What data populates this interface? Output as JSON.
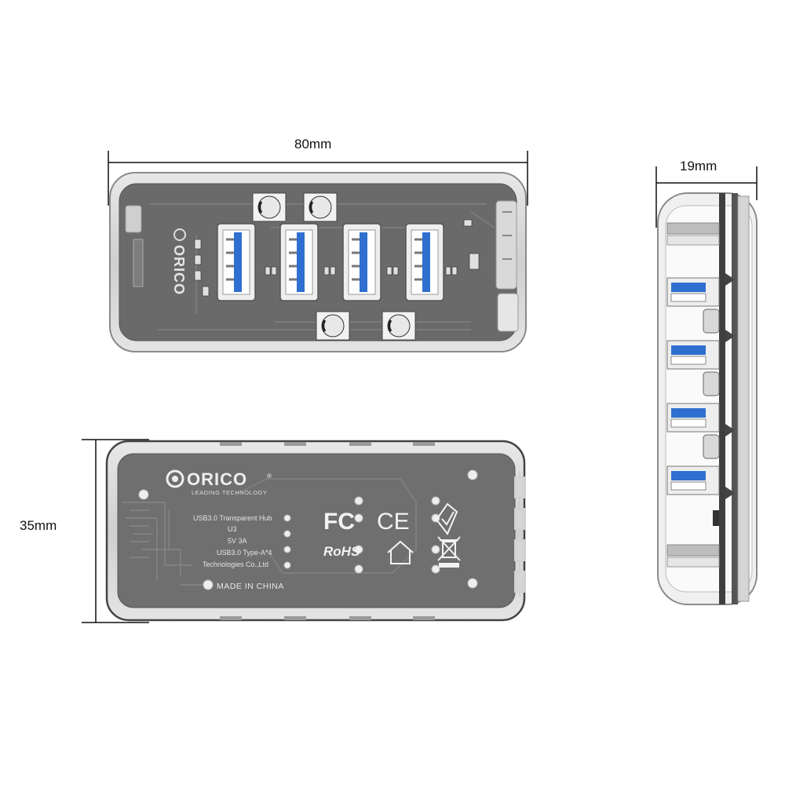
{
  "dimensions": {
    "width": "80mm",
    "height": "35mm",
    "depth": "19mm"
  },
  "brand": {
    "logo_text": "ORICO",
    "tagline": "LEADING TECHNOLOGY",
    "registered": "®"
  },
  "back_label": {
    "lines": [
      "USB3.0 Transparent Hub",
      "U3",
      "5V  3A",
      "USB3.0 Type-A*4",
      "Technologies Co.,Ltd"
    ],
    "made_in": "MADE IN CHINA"
  },
  "certifications": {
    "fc": "FC",
    "ce": "CE",
    "rohs": "RoHS"
  },
  "colors": {
    "board": "#6e6e6e",
    "board_dark": "#5a5a5a",
    "casing": "#d8d8d8",
    "usb_blue": "#2f6fd0",
    "line": "#111111"
  }
}
